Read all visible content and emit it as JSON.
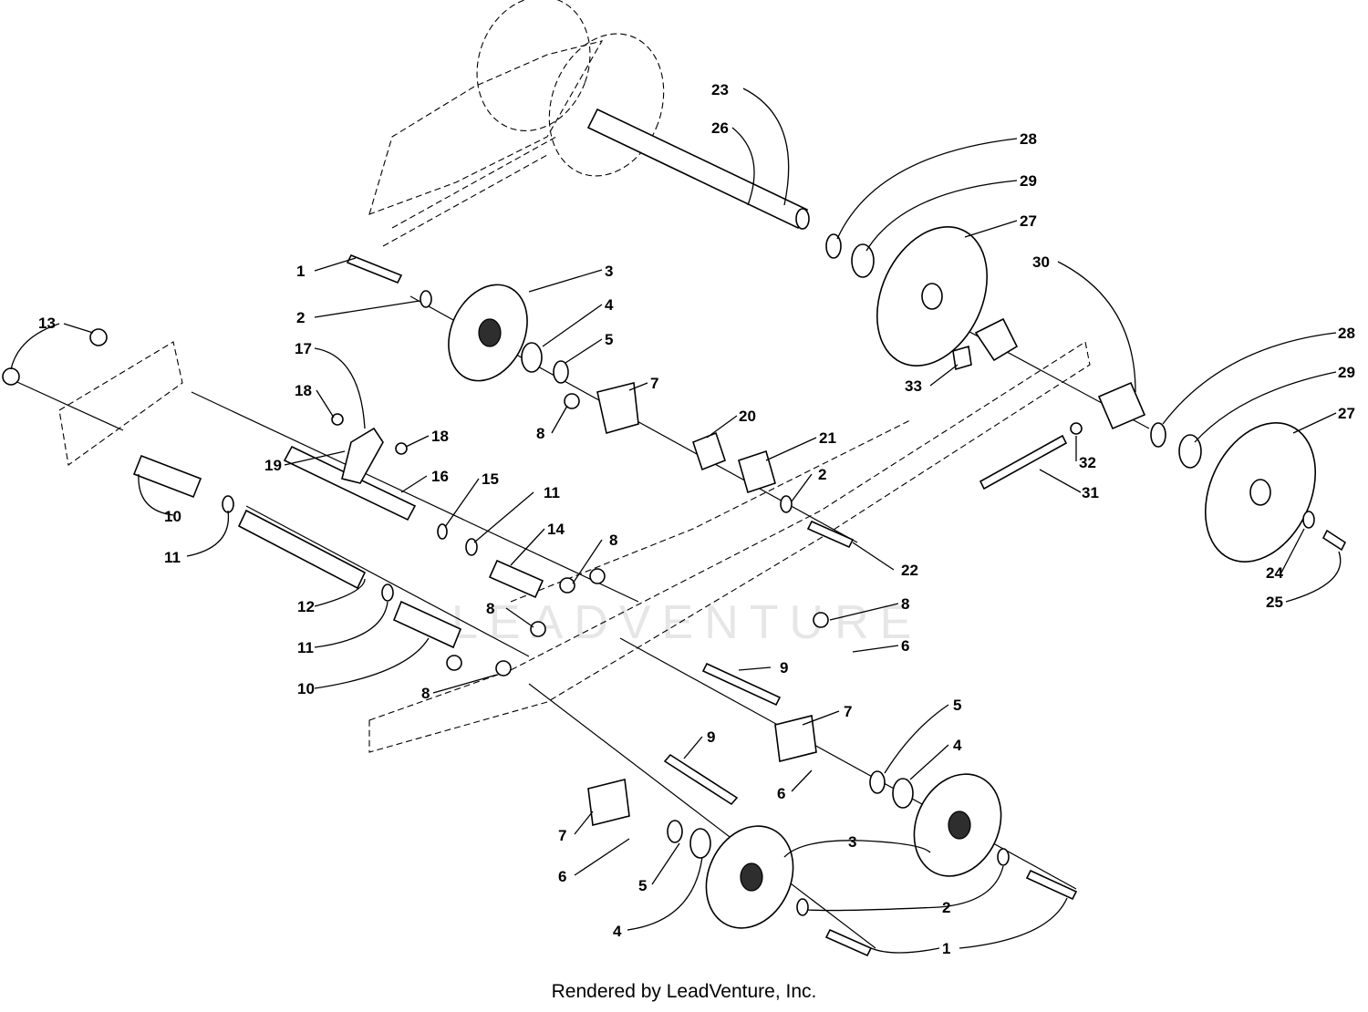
{
  "watermark": "LEADVENTURE",
  "footer": "Rendered by LeadVenture, Inc.",
  "callouts": [
    "1",
    "2",
    "3",
    "4",
    "5",
    "6",
    "7",
    "8",
    "9",
    "10",
    "11",
    "12",
    "13",
    "14",
    "15",
    "16",
    "17",
    "18",
    "19",
    "20",
    "21",
    "22",
    "23",
    "24",
    "25",
    "26",
    "27",
    "28",
    "29",
    "30",
    "31",
    "32",
    "33"
  ]
}
